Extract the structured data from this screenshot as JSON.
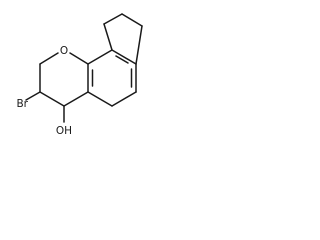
{
  "molecule": {
    "atoms": {
      "oxygen": "O",
      "bromine": "Br",
      "hydroxyl": "OH"
    },
    "line_color": "#1a1a1a",
    "background": "#ffffff"
  }
}
